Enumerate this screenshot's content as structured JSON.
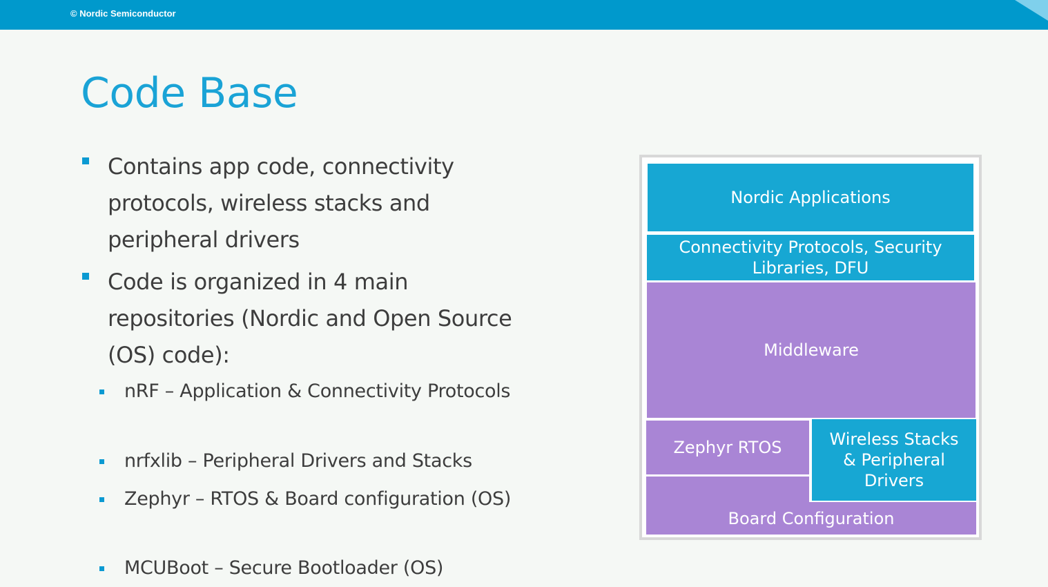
{
  "header": {
    "copyright": "© Nordic Semiconductor"
  },
  "slide": {
    "title": "Code Base",
    "bullets": [
      "Contains app code, connectivity protocols, wireless stacks and peripheral drivers",
      "Code is organized in 4 main repositories (Nordic and Open Source (OS) code):"
    ],
    "sub_bullets": [
      "nRF – Application & Connectivity Protocols",
      "nrfxlib – Peripheral Drivers and Stacks",
      "Zephyr – RTOS & Board configuration (OS)",
      "MCUBoot – Secure Bootloader (OS)"
    ]
  },
  "diagram": {
    "nordic_applications": "Nordic Applications",
    "connectivity": "Connectivity Protocols, Security Libraries, DFU",
    "middleware": "Middleware",
    "zephyr_rtos": "Zephyr RTOS",
    "wireless_stacks": "Wireless Stacks & Peripheral Drivers",
    "board_configuration": "Board Configuration"
  },
  "colors": {
    "brand_blue": "#0099cc",
    "title_blue": "#1aa3d6",
    "block_blue": "#17a7d3",
    "block_purple": "#a985d5"
  }
}
